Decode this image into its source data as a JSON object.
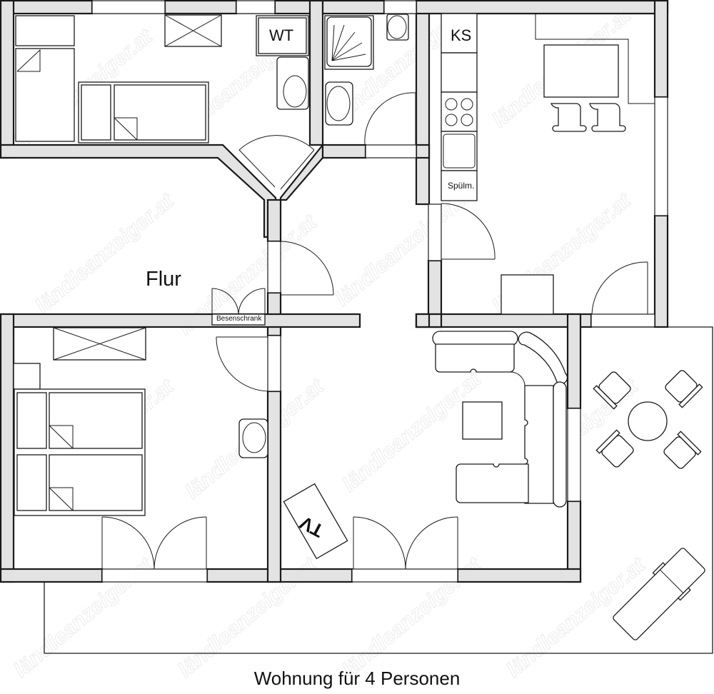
{
  "plan": {
    "title": "Wohnung für 4 Personen",
    "watermark": "ländleanzeiger.at",
    "colors": {
      "wall_fill": "#e3e3e3",
      "line": "#1a1a1a",
      "background": "#ffffff"
    }
  },
  "rooms": {
    "hallway": {
      "label": "Flur"
    },
    "broom_closet": {
      "label": "Besenschrank"
    },
    "kitchen": {
      "fridge_label": "KS",
      "dishwasher_label": "Spülm."
    },
    "bedroom_small": {
      "washbasin_label": "WT"
    },
    "living_room": {
      "tv_label": "TV"
    }
  }
}
